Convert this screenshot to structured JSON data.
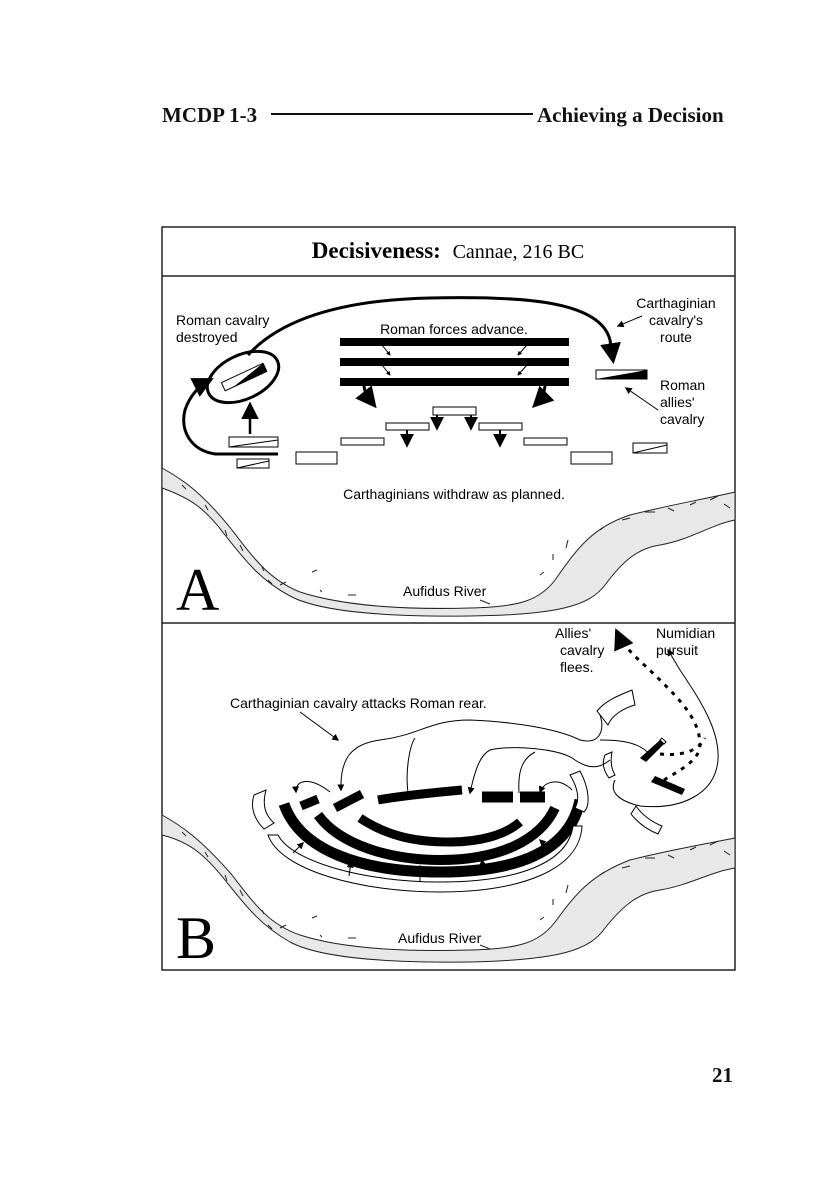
{
  "header": {
    "publication": "MCDP 1-3",
    "chapter": "Achieving a Decision"
  },
  "figure": {
    "title_bold": "Decisiveness:",
    "title_rest": "Cannae, 216 BC",
    "panel_a": {
      "letter": "A",
      "labels": {
        "roman_cavalry_destroyed_1": "Roman cavalry",
        "roman_cavalry_destroyed_2": "destroyed",
        "roman_forces_advance": "Roman forces advance.",
        "carthaginian_route_1": "Carthaginian",
        "carthaginian_route_2": "cavalry's",
        "carthaginian_route_3": "route",
        "roman_allies_1": "Roman",
        "roman_allies_2": "allies'",
        "roman_allies_3": "cavalry",
        "withdraw": "Carthaginians withdraw as planned.",
        "river": "Aufidus River"
      }
    },
    "panel_b": {
      "letter": "B",
      "labels": {
        "allies_flee_1": "Allies'",
        "allies_flee_2": "cavalry",
        "allies_flee_3": "flees.",
        "numidian_1": "Numidian",
        "numidian_2": "pursuit",
        "attack_rear": "Carthaginian cavalry attacks Roman rear.",
        "river": "Aufidus River"
      }
    }
  },
  "footer": {
    "page_number": "21"
  }
}
